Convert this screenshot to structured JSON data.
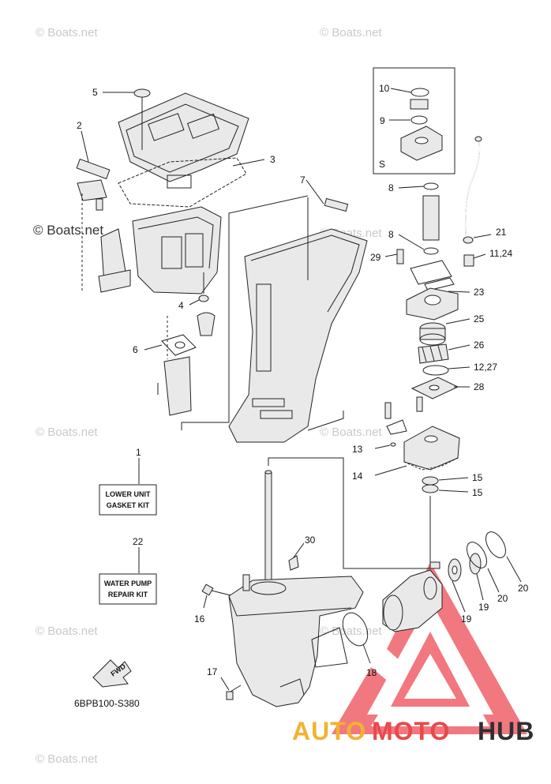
{
  "watermarks": [
    "© Boats.net",
    "© Boats.net",
    "© Boats.net",
    "© Boats.net",
    "© Boats.net",
    "© Boats.net",
    "© Boats.net",
    "© Boats.net",
    "© Boats.net"
  ],
  "callouts": {
    "c1": "1",
    "c2": "2",
    "c3": "3",
    "c4": "4",
    "c5": "5",
    "c6": "6",
    "c7": "7",
    "c8a": "8",
    "c8b": "8",
    "c9": "9",
    "c10": "10",
    "c11": "11,24",
    "c12": "12,27",
    "c13": "13",
    "c14": "14",
    "c15a": "15",
    "c15b": "15",
    "c16": "16",
    "c17": "17",
    "c18": "18",
    "c19a": "19",
    "c19b": "19",
    "c20a": "20",
    "c20b": "20",
    "c21": "21",
    "c22": "22",
    "c23": "23",
    "c25": "25",
    "c26": "26",
    "c28": "28",
    "c29": "29",
    "c30": "30"
  },
  "inset_label": "S",
  "kit_gasket": [
    "LOWER UNIT",
    "GASKET KIT"
  ],
  "kit_pump": [
    "WATER PUMP",
    "REPAIR KIT"
  ],
  "fwd_label": "FWD",
  "diagram_code": "6BPB100-S380",
  "brand": {
    "part1": "AUTO",
    "part2": "MOTO",
    "part3": "HUB"
  },
  "colors": {
    "auto": "#f2b233",
    "moto": "#e8494a",
    "hub": "#2f2f33",
    "triangle": "#ef4f58"
  }
}
